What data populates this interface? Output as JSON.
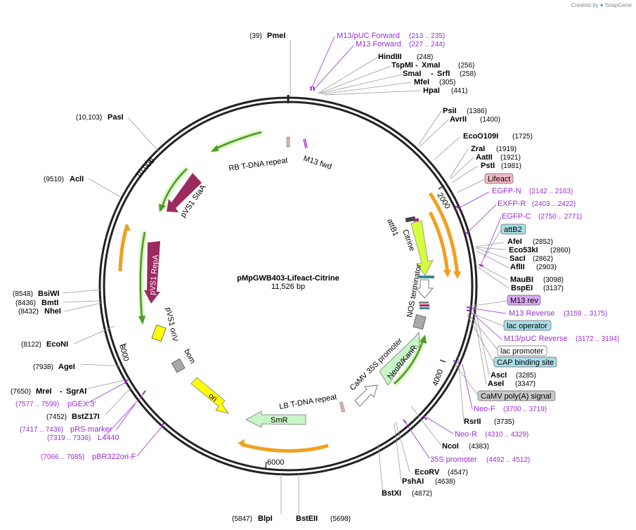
{
  "credit": {
    "prefix": "Created by",
    "brand": "SnapGene"
  },
  "plasmid": {
    "name": "pMpGWB403-Lifeact-Citrine",
    "size": "11,526 bp"
  },
  "ticks": [
    "2000",
    "4000",
    "6000",
    "8000",
    "10,000"
  ],
  "enzymes": [
    {
      "name": "PmeI",
      "pos": "(39)"
    },
    {
      "name": "HindIII",
      "pos": "(248)"
    },
    {
      "name": "TspMI",
      "pos": "(256)",
      "pair": "XmaI"
    },
    {
      "name": "SmaI",
      "pos": "(258)",
      "pair": "SrfI"
    },
    {
      "name": "MfeI",
      "pos": "(305)"
    },
    {
      "name": "HpaI",
      "pos": "(441)"
    },
    {
      "name": "PsiI",
      "pos": "(1386)"
    },
    {
      "name": "AvrII",
      "pos": "(1400)"
    },
    {
      "name": "EcoO109I",
      "pos": "(1725)"
    },
    {
      "name": "ZraI",
      "pos": "(1919)"
    },
    {
      "name": "AatII",
      "pos": "(1921)"
    },
    {
      "name": "PstI",
      "pos": "(1981)"
    },
    {
      "name": "AfeI",
      "pos": "(2852)"
    },
    {
      "name": "Eco53kI",
      "pos": "(2860)"
    },
    {
      "name": "SacI",
      "pos": "(2862)"
    },
    {
      "name": "AflII",
      "pos": "(2903)"
    },
    {
      "name": "MauBI",
      "pos": "(3098)"
    },
    {
      "name": "BspEI",
      "pos": "(3137)"
    },
    {
      "name": "AscI",
      "pos": "(3285)"
    },
    {
      "name": "AseI",
      "pos": "(3347)"
    },
    {
      "name": "RsrII",
      "pos": "(3735)"
    },
    {
      "name": "NcoI",
      "pos": "(4383)"
    },
    {
      "name": "EcoRV",
      "pos": "(4547)"
    },
    {
      "name": "PshAI",
      "pos": "(4638)"
    },
    {
      "name": "BstXI",
      "pos": "(4872)"
    },
    {
      "name": "BstEII",
      "pos": "(5698)"
    },
    {
      "name": "BlpI",
      "pos": "(5847)"
    },
    {
      "name": "MreI",
      "pos": "(7650)",
      "pair": "SgrAI"
    },
    {
      "name": "BstZ17I",
      "pos": "(7452)"
    },
    {
      "name": "AgeI",
      "pos": "(7938)"
    },
    {
      "name": "EcoNI",
      "pos": "(8122)"
    },
    {
      "name": "BsiWI",
      "pos": "(8548)"
    },
    {
      "name": "BmtI",
      "pos": "(8436)"
    },
    {
      "name": "NheI",
      "pos": "(8432)"
    },
    {
      "name": "AclI",
      "pos": "(9510)"
    },
    {
      "name": "PasI",
      "pos": "(10,103)"
    }
  ],
  "primers": [
    {
      "name": "M13/pUC Forward",
      "range": "(213 .. 235)"
    },
    {
      "name": "M13 Forward",
      "range": "(227 .. 244)"
    },
    {
      "name": "EGFP-N",
      "range": "(2142 .. 2163)"
    },
    {
      "name": "EXFP-R",
      "range": "(2403 .. 2422)"
    },
    {
      "name": "EGFP-C",
      "range": "(2750 .. 2771)"
    },
    {
      "name": "M13 Reverse",
      "range": "(3159 .. 3175)"
    },
    {
      "name": "M13/pUC Reverse",
      "range": "(3172 .. 3194)"
    },
    {
      "name": "Neo-F",
      "range": "(3700 .. 3719)"
    },
    {
      "name": "Neo-R",
      "range": "(4310 .. 4329)"
    },
    {
      "name": "35S promoter",
      "range": "(4492 .. 4512)"
    },
    {
      "name": "pGEX 3'",
      "range": "(7577 .. 7599)"
    },
    {
      "name": "pRS-marker",
      "range": "(7417 .. 7436)"
    },
    {
      "name": "L4440",
      "range": "(7319 .. 7336)"
    },
    {
      "name": "pBR322ori-F",
      "range": "(7066 .. 7085)"
    }
  ],
  "boxed_features": [
    {
      "name": "Lifeact",
      "color": "#f5b9c8"
    },
    {
      "name": "attB2",
      "color": "#a8dde6"
    },
    {
      "name": "M13 rev",
      "color": "#d8a8ef"
    },
    {
      "name": "lac operator",
      "color": "#a8dde6"
    },
    {
      "name": "lac promoter",
      "color": "#ffffff"
    },
    {
      "name": "CAP binding site",
      "color": "#a8dde6"
    },
    {
      "name": "CaMV poly(A) signal",
      "color": "#c8c8c8"
    }
  ],
  "inner_features": [
    "RB T-DNA repeat",
    "M13 fwd",
    "pVS1 StaA",
    "pVS1 RepA",
    "pVS1 oriV",
    "bom",
    "ori",
    "SmR",
    "LB T-DNA repeat",
    "CaMV 35S promoter",
    "NeoR/KanR",
    "NOS terminator",
    "Citrine",
    "attB1"
  ],
  "colors": {
    "enzyme_text": "#000000",
    "primer_text": "#9a2ed3",
    "backbone": "#222222",
    "arrow_green": "#6fb73a",
    "arrow_orange": "#f0a020",
    "pvs1": "#9b2a5e",
    "citrine": "#d4ff3c",
    "ori": "#ffff00"
  }
}
